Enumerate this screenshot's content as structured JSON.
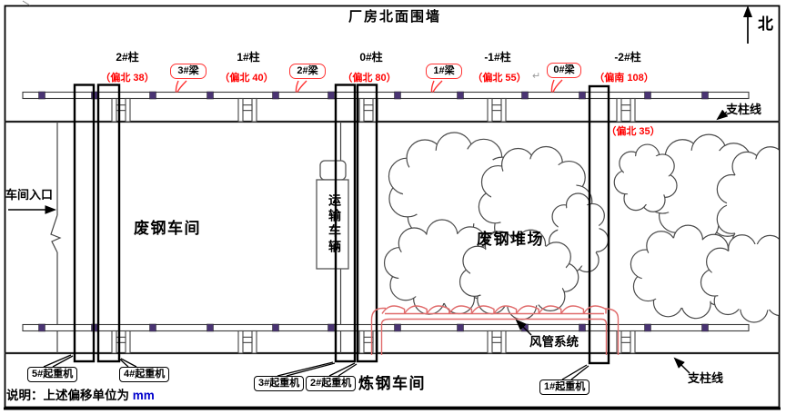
{
  "title": "厂房北面围墙",
  "compass_label": "北",
  "columns": [
    {
      "label": "2#柱",
      "deviation": "（偏北 38）"
    },
    {
      "label": "1#柱",
      "deviation": "（偏北 40）"
    },
    {
      "label": "0#柱",
      "deviation": "（偏北 80）"
    },
    {
      "label": "-1#柱",
      "deviation": "（偏北 55）"
    },
    {
      "label": "-2#柱",
      "deviation": "（偏南 108）"
    }
  ],
  "beams": [
    {
      "label": "3#梁"
    },
    {
      "label": "2#梁"
    },
    {
      "label": "1#梁"
    },
    {
      "label": "0#梁"
    }
  ],
  "extra_deviation": "（偏北 35）",
  "support_line_label_top": "支柱线",
  "support_line_label_bottom": "支柱线",
  "areas": {
    "entrance": "车间入口",
    "scrap_workshop": "废钢车间",
    "vehicle": "运输车辆",
    "scrap_yard": "废钢堆场",
    "steel_workshop": "炼钢车间",
    "duct_system": "风管系统"
  },
  "cranes": [
    {
      "label": "5#起重机"
    },
    {
      "label": "4#起重机"
    },
    {
      "label": "3#起重机"
    },
    {
      "label": "2#起重机"
    },
    {
      "label": "1#起重机"
    }
  ],
  "note": {
    "prefix": "说明：上述偏移单位为",
    "unit": "mm"
  },
  "return_mark": "↵",
  "colors": {
    "accent_red": "#ff0000",
    "marker_purple": "#4a3473",
    "duct_red": "#e06b6b",
    "unit_blue": "#0000cc"
  }
}
